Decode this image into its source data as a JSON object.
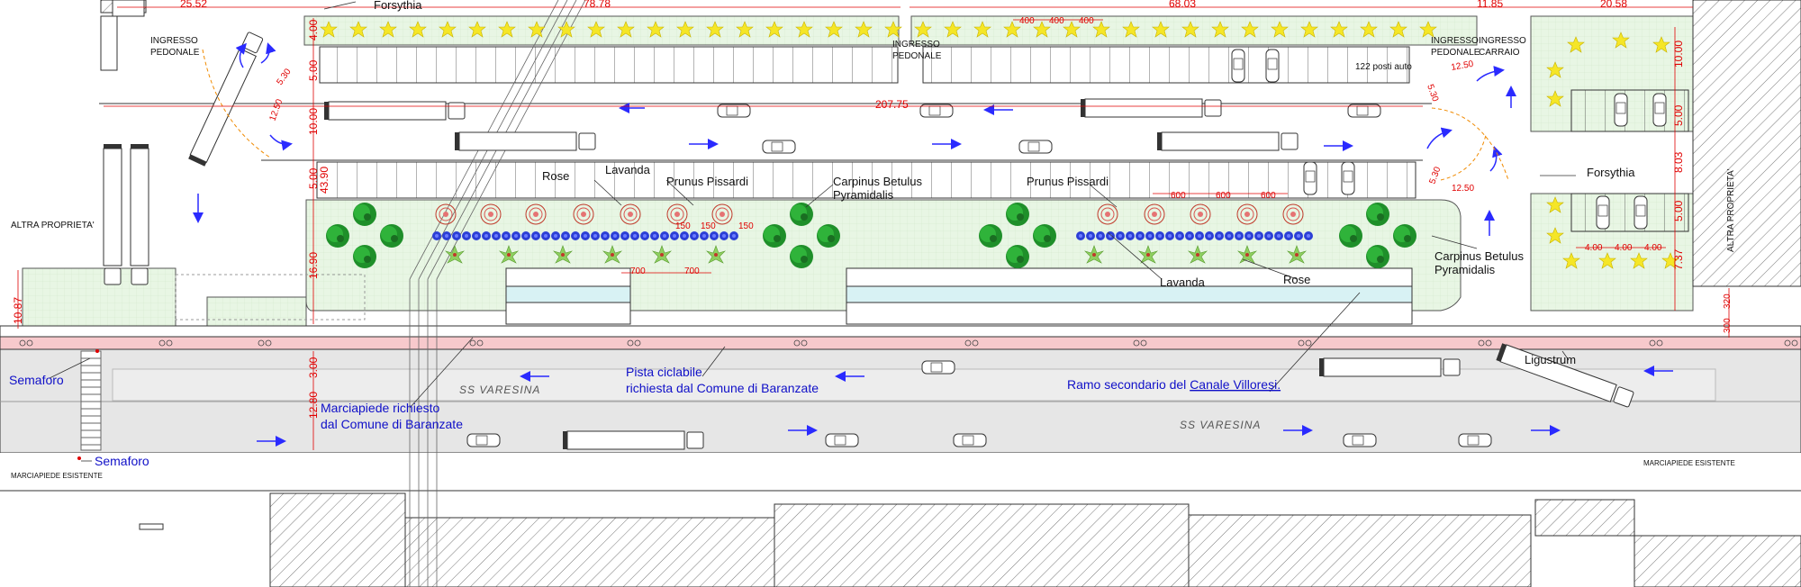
{
  "plants": {
    "forsythia": "Forsythia",
    "rose": "Rose",
    "lavanda": "Lavanda",
    "prunus": "Prunus Pissardi",
    "carpinus_line1": "Carpinus Betulus",
    "carpinus_line2": "Pyramidalis",
    "ligustrum": "Ligustrum"
  },
  "entrances": {
    "pedonale_line1": "INGRESSO",
    "pedonale_line2": "PEDONALE",
    "carraio_line2": "CARRAIO"
  },
  "labels": {
    "altra_proprieta_left": "ALTRA PROPRIETA'",
    "altra_proprieta_right": "ALTRA PROPRIETA'",
    "posti_auto": "122 posti auto",
    "road_name": "SS VARESINA",
    "marciapiede_esistente": "MARCIAPIEDE ESISTENTE"
  },
  "annotations": {
    "semaforo": "Semaforo",
    "marciapiede_line1": "Marciapiede richiesto",
    "marciapiede_line2": "dal Comune di Baranzate",
    "pista_line1": "Pista ciclabile",
    "pista_line2": "richiesta dal Comune di Baranzate",
    "ramo_prefix": "Ramo secondario del ",
    "ramo_link": "Canale Villoresi."
  },
  "dimensions": {
    "d_25_52": "25.52",
    "d_78_78": "78.78",
    "d_68_03": "68.03",
    "d_11_85": "11.85",
    "d_20_58": "20.58",
    "d_207_75": "207.75",
    "d_400": "400",
    "d_600": "600",
    "d_700": "700",
    "d_150": "150",
    "d_4_00": "4.00",
    "d_5_00": "5.00",
    "d_10_00": "10.00",
    "d_43_90": "43.90",
    "d_16_90": "16.90",
    "d_3_00": "3.00",
    "d_12_80": "12.80",
    "d_10_87": "10.87",
    "d_5_30": "5.30",
    "d_12_50": "12.50",
    "d_8_03": "8.03",
    "d_7_37": "7.37",
    "d_320": "320",
    "d_300": "300"
  },
  "colors": {
    "green_area": "#e8f6e4",
    "bike_lane": "#f7c9cc",
    "road": "#e4e4e4",
    "dim_red": "#e00000",
    "arrow_blue": "#2a2aff",
    "annotation_blue": "#1010c8",
    "canal": "#d8f2f4"
  }
}
